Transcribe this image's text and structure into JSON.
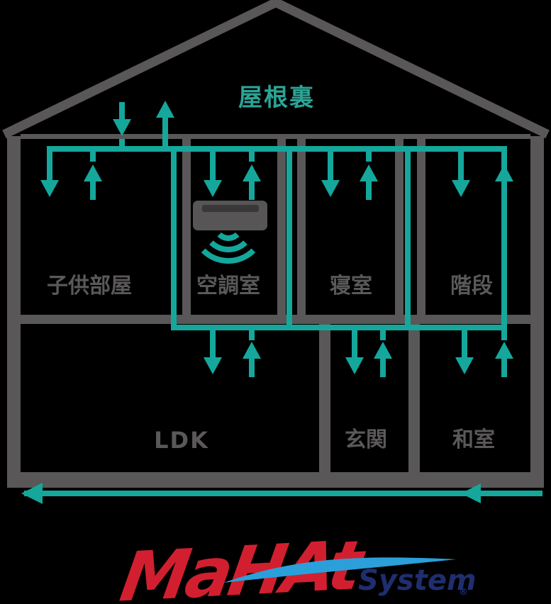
{
  "diagram": {
    "attic_label": "屋根裏",
    "upper_rooms": [
      {
        "label": "子供部屋"
      },
      {
        "label": "空調室"
      },
      {
        "label": "寝室"
      },
      {
        "label": "階段"
      }
    ],
    "lower_rooms": [
      {
        "label": "LDK"
      },
      {
        "label": "玄関"
      },
      {
        "label": "和室"
      }
    ],
    "colors": {
      "airflow_teal": "#15a79c",
      "attic_text_teal": "#2ba496",
      "structure_gray": "#595757"
    }
  },
  "logo": {
    "wordmark": "MaHAt",
    "suffix": "System",
    "registered": "®",
    "colors": {
      "wordmark_red": "#d21f2f",
      "swoosh_blue": "#2b9fd9",
      "suffix_navy": "#1e2e6e"
    }
  }
}
